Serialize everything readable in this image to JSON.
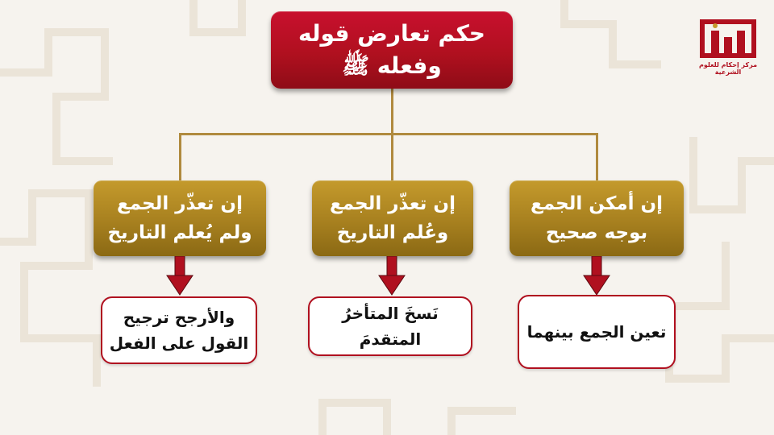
{
  "title": {
    "line1": "حكم تعارض قوله",
    "line2": "وفعله ﷺ"
  },
  "branches": [
    {
      "heading_line1": "إن أمكن الجمع",
      "heading_line2": "بوجه صحيح",
      "result_line1": "تعين الجمع بينهما",
      "result_line2": ""
    },
    {
      "heading_line1": "إن تعذّر الجمع",
      "heading_line2": "وعُلم التاريخ",
      "result_line1": "نَسخَ المتأخرُ المتقدمَ",
      "result_line2": ""
    },
    {
      "heading_line1": "إن تعذّر الجمع",
      "heading_line2": "ولم يُعلم التاريخ",
      "result_line1": "والأرجح ترجيح",
      "result_line2": "القول على الفعل"
    }
  ],
  "logo": {
    "caption": "مركز إحكام للعلوم الشرعية"
  },
  "colors": {
    "red": "#b0101f",
    "gold": "#a7801f",
    "connector": "#b08a3e",
    "background": "#f6f3ee"
  }
}
